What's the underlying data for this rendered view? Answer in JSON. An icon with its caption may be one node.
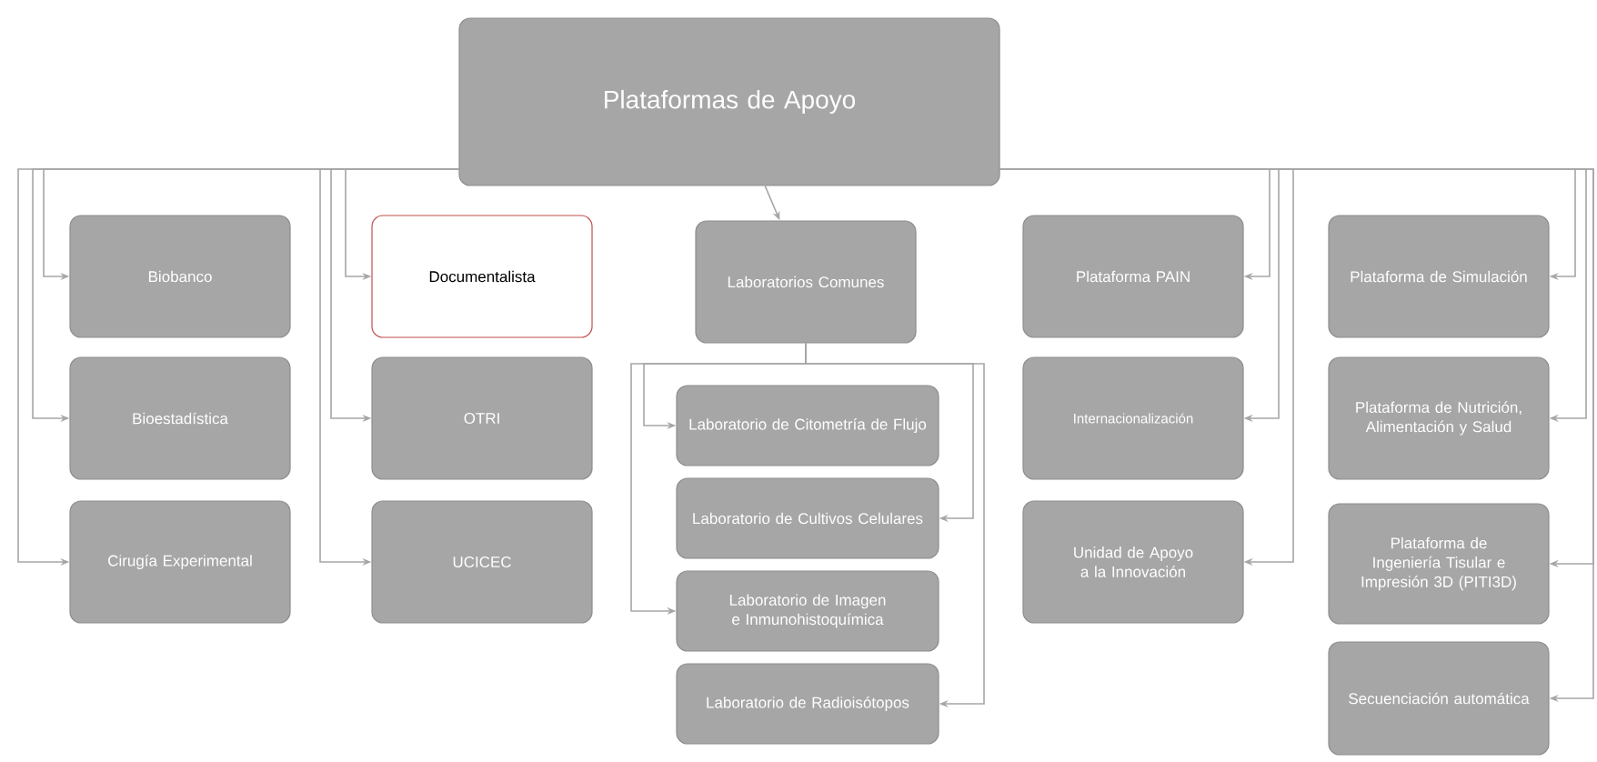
{
  "diagram": {
    "nodes": [
      {
        "text": [
          "Plataformas de Apoyo"
        ]
      },
      {
        "text": [
          "Biobanco"
        ]
      },
      {
        "text": [
          "Bioestadística"
        ]
      },
      {
        "text": [
          "Cirugía Experimental"
        ]
      },
      {
        "text": [
          "Documentalista"
        ]
      },
      {
        "text": [
          "OTRI"
        ]
      },
      {
        "text": [
          "UCICEC"
        ]
      },
      {
        "text": [
          "Laboratorios Comunes"
        ]
      },
      {
        "text": [
          "Laboratorio de Citometría de Flujo"
        ]
      },
      {
        "text": [
          "Laboratorio de Cultivos Celulares"
        ]
      },
      {
        "text": [
          "Laboratorio de Imagen e Inmunohistoquímica"
        ]
      },
      {
        "text": [
          "Laboratorio de Radioisótopos"
        ]
      },
      {
        "text": [
          "Plataforma PAIN"
        ]
      },
      {
        "text": [
          "Internacionalización"
        ]
      },
      {
        "text": [
          "Unidad de Apoyo a la Innovación"
        ]
      },
      {
        "text": [
          "Plataforma de Simulación"
        ]
      },
      {
        "text": [
          "Plataforma de Nutrición, Alimentación y Salud"
        ]
      },
      {
        "text": [
          "Plataforma de Ingeniería Tisular e Impresión 3D (PITI3D)"
        ]
      },
      {
        "text": [
          "Secuenciación automática"
        ]
      }
    ],
    "edges": [
      {
        "from": 0,
        "to": 1,
        "arrow": "to"
      },
      {
        "from": 0,
        "to": 2,
        "arrow": "to"
      },
      {
        "from": 0,
        "to": 3,
        "arrow": "to"
      },
      {
        "from": 0,
        "to": 4,
        "arrow": "to"
      },
      {
        "from": 0,
        "to": 5,
        "arrow": "to"
      },
      {
        "from": 0,
        "to": 6,
        "arrow": "to"
      },
      {
        "from": 0,
        "to": 7,
        "arrow": "to"
      },
      {
        "from": 7,
        "to": 8,
        "arrow": "to"
      },
      {
        "from": 7,
        "to": 9,
        "arrow": "to"
      },
      {
        "from": 7,
        "to": 10,
        "arrow": "to"
      },
      {
        "from": 7,
        "to": 11,
        "arrow": "to"
      },
      {
        "from": 0,
        "to": 12,
        "arrow": "to"
      },
      {
        "from": 0,
        "to": 13,
        "arrow": "to"
      },
      {
        "from": 0,
        "to": 14,
        "arrow": "to"
      },
      {
        "from": 0,
        "to": 15,
        "arrow": "to"
      },
      {
        "from": 0,
        "to": 16,
        "arrow": "to"
      },
      {
        "from": 0,
        "to": 17,
        "arrow": "to"
      },
      {
        "from": 0,
        "to": 18,
        "arrow": "to"
      }
    ]
  }
}
